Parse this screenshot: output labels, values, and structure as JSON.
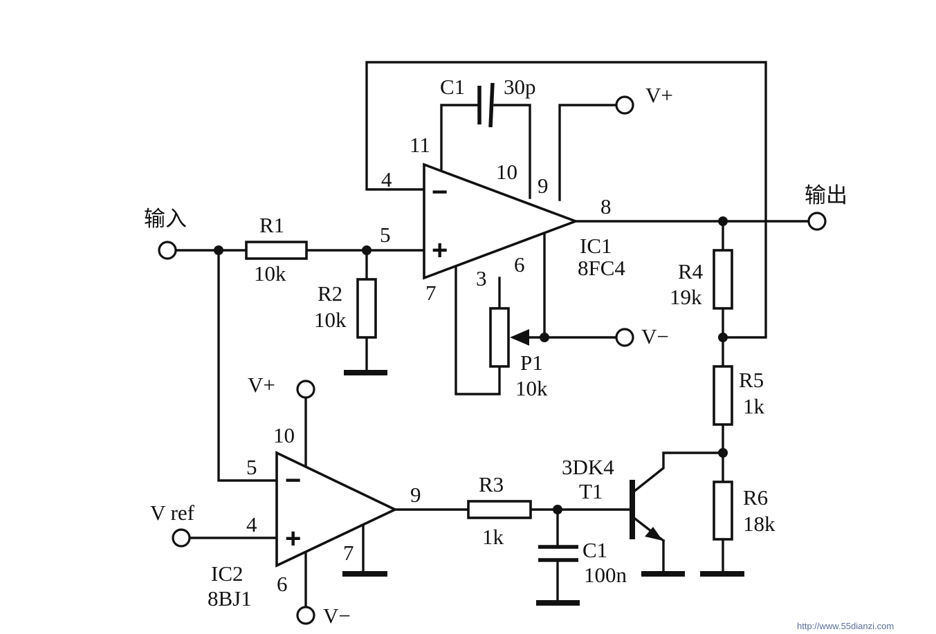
{
  "terminals": {
    "input": "输入",
    "output": "输出",
    "vref": "V ref",
    "ic1_vplus": "V+",
    "ic1_vminus": "V−",
    "ic2_vplus": "V+",
    "ic2_vminus": "V−"
  },
  "ic1": {
    "name": "IC1",
    "part": "8FC4",
    "minus_sign": "−",
    "plus_sign": "+",
    "pins": {
      "p4": "4",
      "p5": "5",
      "p11": "11",
      "p10": "10",
      "p9": "9",
      "p8": "8",
      "p3": "3",
      "p6": "6",
      "p7": "7"
    }
  },
  "ic2": {
    "name": "IC2",
    "part": "8BJ1",
    "minus_sign": "−",
    "plus_sign": "+",
    "pins": {
      "p5": "5",
      "p4": "4",
      "p10": "10",
      "p9": "9",
      "p7": "7",
      "p6": "6"
    }
  },
  "components": {
    "c1_top": {
      "name": "C1",
      "value": "30p"
    },
    "r1": {
      "name": "R1",
      "value": "10k"
    },
    "r2": {
      "name": "R2",
      "value": "10k"
    },
    "p1": {
      "name": "P1",
      "value": "10k"
    },
    "r3": {
      "name": "R3",
      "value": "1k"
    },
    "c1_bottom": {
      "name": "C1",
      "value": "100n"
    },
    "t1": {
      "name": "T1",
      "part": "3DK4"
    },
    "r4": {
      "name": "R4",
      "value": "19k"
    },
    "r5": {
      "name": "R5",
      "value": "1k"
    },
    "r6": {
      "name": "R6",
      "value": "18k"
    }
  },
  "watermark": "http://www.55dianzi.com"
}
